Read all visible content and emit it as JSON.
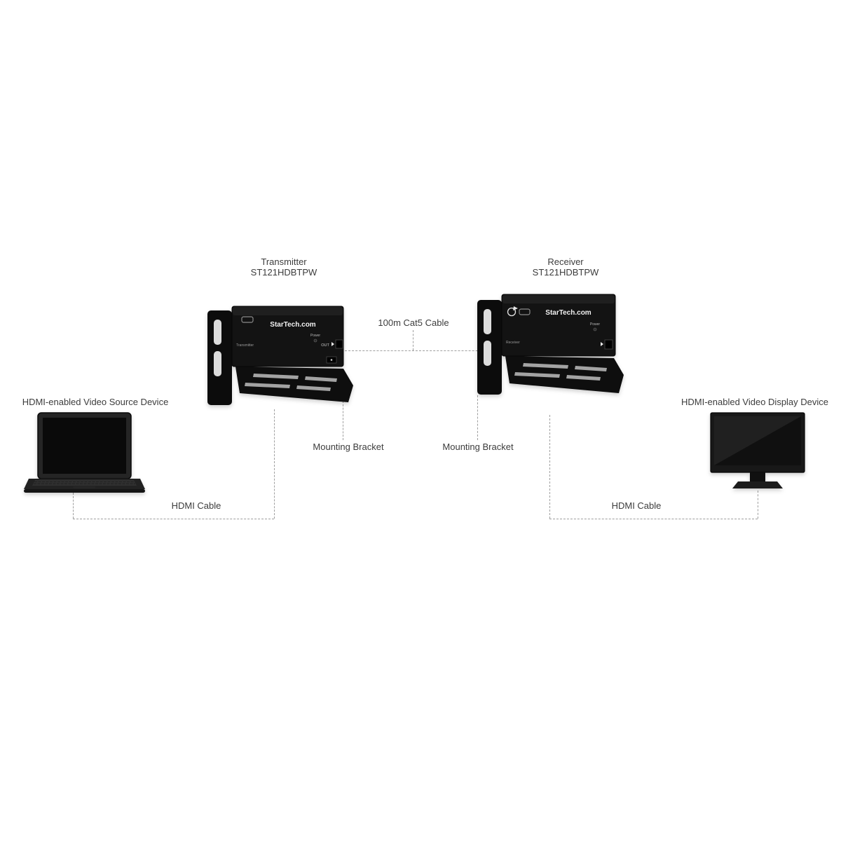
{
  "diagram": {
    "transmitter": {
      "title": "Transmitter",
      "model": "ST121HDBTPW",
      "brand": "StarTech.com",
      "power_label": "Power",
      "out_label": "OUT",
      "side_label": "Transmitter"
    },
    "receiver": {
      "title": "Receiver",
      "model": "ST121HDBTPW",
      "brand": "StarTech.com",
      "power_label": "Power",
      "side_label": "Receiver"
    },
    "labels": {
      "cat5_cable": "100m Cat5 Cable",
      "hdmi_cable": "HDMI Cable",
      "mounting_bracket": "Mounting Bracket",
      "source_device": "HDMI-enabled Video Source Device",
      "display_device": "HDMI-enabled Video Display Device"
    },
    "colors": {
      "dashed_line": "#9f9f9f",
      "label_text": "#3c3c3c",
      "device_body": "#131313"
    }
  }
}
